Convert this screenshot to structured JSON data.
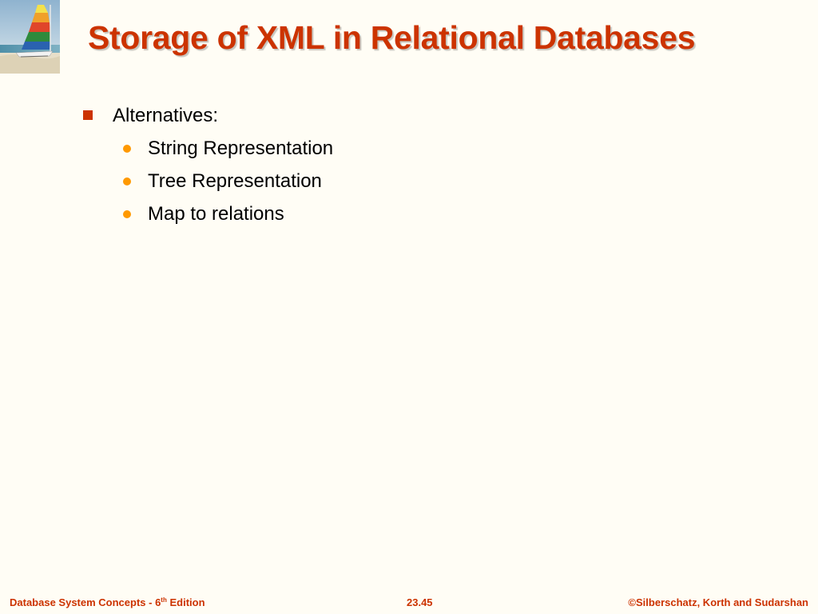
{
  "slide": {
    "title": "Storage of XML in Relational Databases",
    "bullets": {
      "level1": "Alternatives:",
      "level2": [
        "String Representation",
        "Tree Representation",
        "Map to relations"
      ]
    }
  },
  "footer": {
    "book_title_prefix": "Database System Concepts - 6",
    "edition_superscript": "th",
    "edition_suffix": " Edition",
    "page_number": "23.45",
    "copyright": "©Silberschatz, Korth and Sudarshan"
  },
  "colors": {
    "title": "#cc3300",
    "square_bullet": "#cc3300",
    "round_bullet": "#ff9900",
    "footer_text": "#cc3300",
    "background": "#fffdf5"
  },
  "icons": {
    "logo": "sailboat-logo"
  }
}
